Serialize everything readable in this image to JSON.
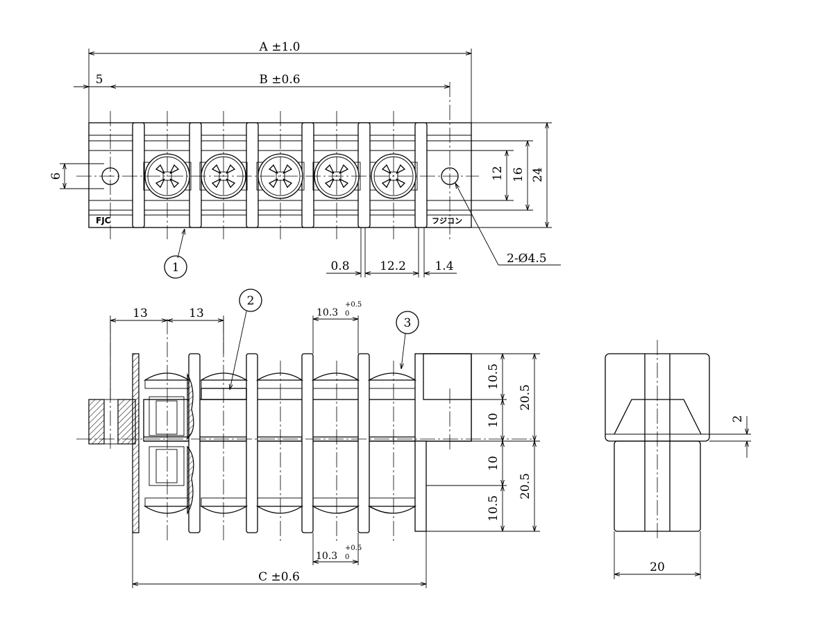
{
  "top_view": {
    "dim_a": "A ±1.0",
    "dim_5": "5",
    "dim_b": "B ±0.6",
    "dim_6": "6",
    "dim_12": "12",
    "dim_16": "16",
    "dim_24": "24",
    "dim_0_8": "0.8",
    "dim_12_2": "12.2",
    "dim_1_4": "1.4",
    "hole_note": "2-Ø4.5",
    "logo_left": "FJC",
    "logo_right": "フジコン",
    "callout_1": "1"
  },
  "side_view": {
    "dim_13a": "13",
    "dim_13b": "13",
    "dim_10_3_top": "10.3",
    "tol_top_upper": "+0.5",
    "tol_top_lower": "0",
    "dim_10_3_bottom": "10.3",
    "tol_bottom_upper": "+0.5",
    "tol_bottom_lower": "0",
    "dim_10_5_top": "10.5",
    "dim_10_top": "10",
    "dim_20_5_top": "20.5",
    "dim_10_bottom": "10",
    "dim_10_5_bottom": "10.5",
    "dim_20_5_bottom": "20.5",
    "dim_c": "C ±0.6",
    "callout_2": "2",
    "callout_3": "3"
  },
  "end_view": {
    "dim_2": "2",
    "dim_20": "20"
  }
}
